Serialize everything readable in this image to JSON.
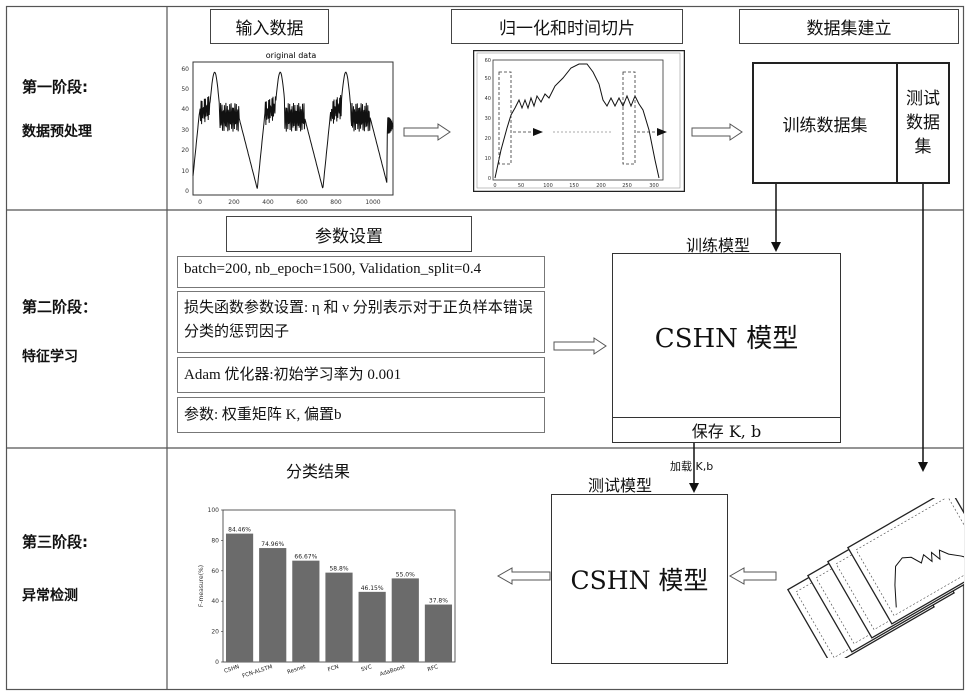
{
  "stages": [
    {
      "title": "第一阶段:",
      "subtitle": "数据预处理"
    },
    {
      "title": "第二阶段：",
      "subtitle": "特征学习"
    },
    {
      "title": "第三阶段:",
      "subtitle": "异常检测"
    }
  ],
  "stage1": {
    "input_label": "输入数据",
    "normalize_label": "归一化和时间切片",
    "dataset_label": "数据集建立",
    "train_set": "训练数据集",
    "test_set": "测试数据集",
    "original_chart": {
      "title": "original data",
      "yticks": [
        "0",
        "10",
        "20",
        "30",
        "40",
        "50",
        "60"
      ],
      "xticks": [
        "0",
        "200",
        "400",
        "600",
        "800",
        "1000"
      ]
    },
    "slice_chart": {
      "yticks": [
        "0",
        "10",
        "20",
        "30",
        "40",
        "50",
        "60"
      ],
      "xticks": [
        "0",
        "50",
        "100",
        "150",
        "200",
        "250",
        "300"
      ]
    }
  },
  "stage2": {
    "param_header": "参数设置",
    "params": [
      "batch=200, nb_epoch=1500, Validation_split=0.4",
      "损失函数参数设置: η 和 ν 分别表示对于正负样本错误分类的惩罚因子",
      "Adam 优化器:初始学习率为 0.001",
      "参数: 权重矩阵 K, 偏置b"
    ],
    "train_model_label": "训练模型",
    "model_name": "CSHN 模型",
    "save_label": "保存  K, b"
  },
  "stage3": {
    "result_label": "分类结果",
    "load_label": "加载 K,b",
    "test_model_label": "测试模型",
    "model_name": "CSHN 模型"
  },
  "chart_data": {
    "type": "bar",
    "categories": [
      "CSHN",
      "FCN-ALSTM",
      "Resnet",
      "FCN",
      "SVC",
      "AdaBoost",
      "RFC"
    ],
    "values": [
      84.46,
      74.96,
      66.67,
      58.8,
      46.15,
      55.0,
      37.8
    ],
    "data_labels": [
      "84.46%",
      "74.96%",
      "66.67%",
      "58.8%",
      "46.15%",
      "55.0%",
      "37.8%"
    ],
    "ylabel": "F-measure(%)",
    "ylim": [
      0,
      100
    ],
    "yticks": [
      "0",
      "20",
      "40",
      "60",
      "80",
      "100"
    ],
    "grid": false,
    "color": "#6b6b6b"
  }
}
